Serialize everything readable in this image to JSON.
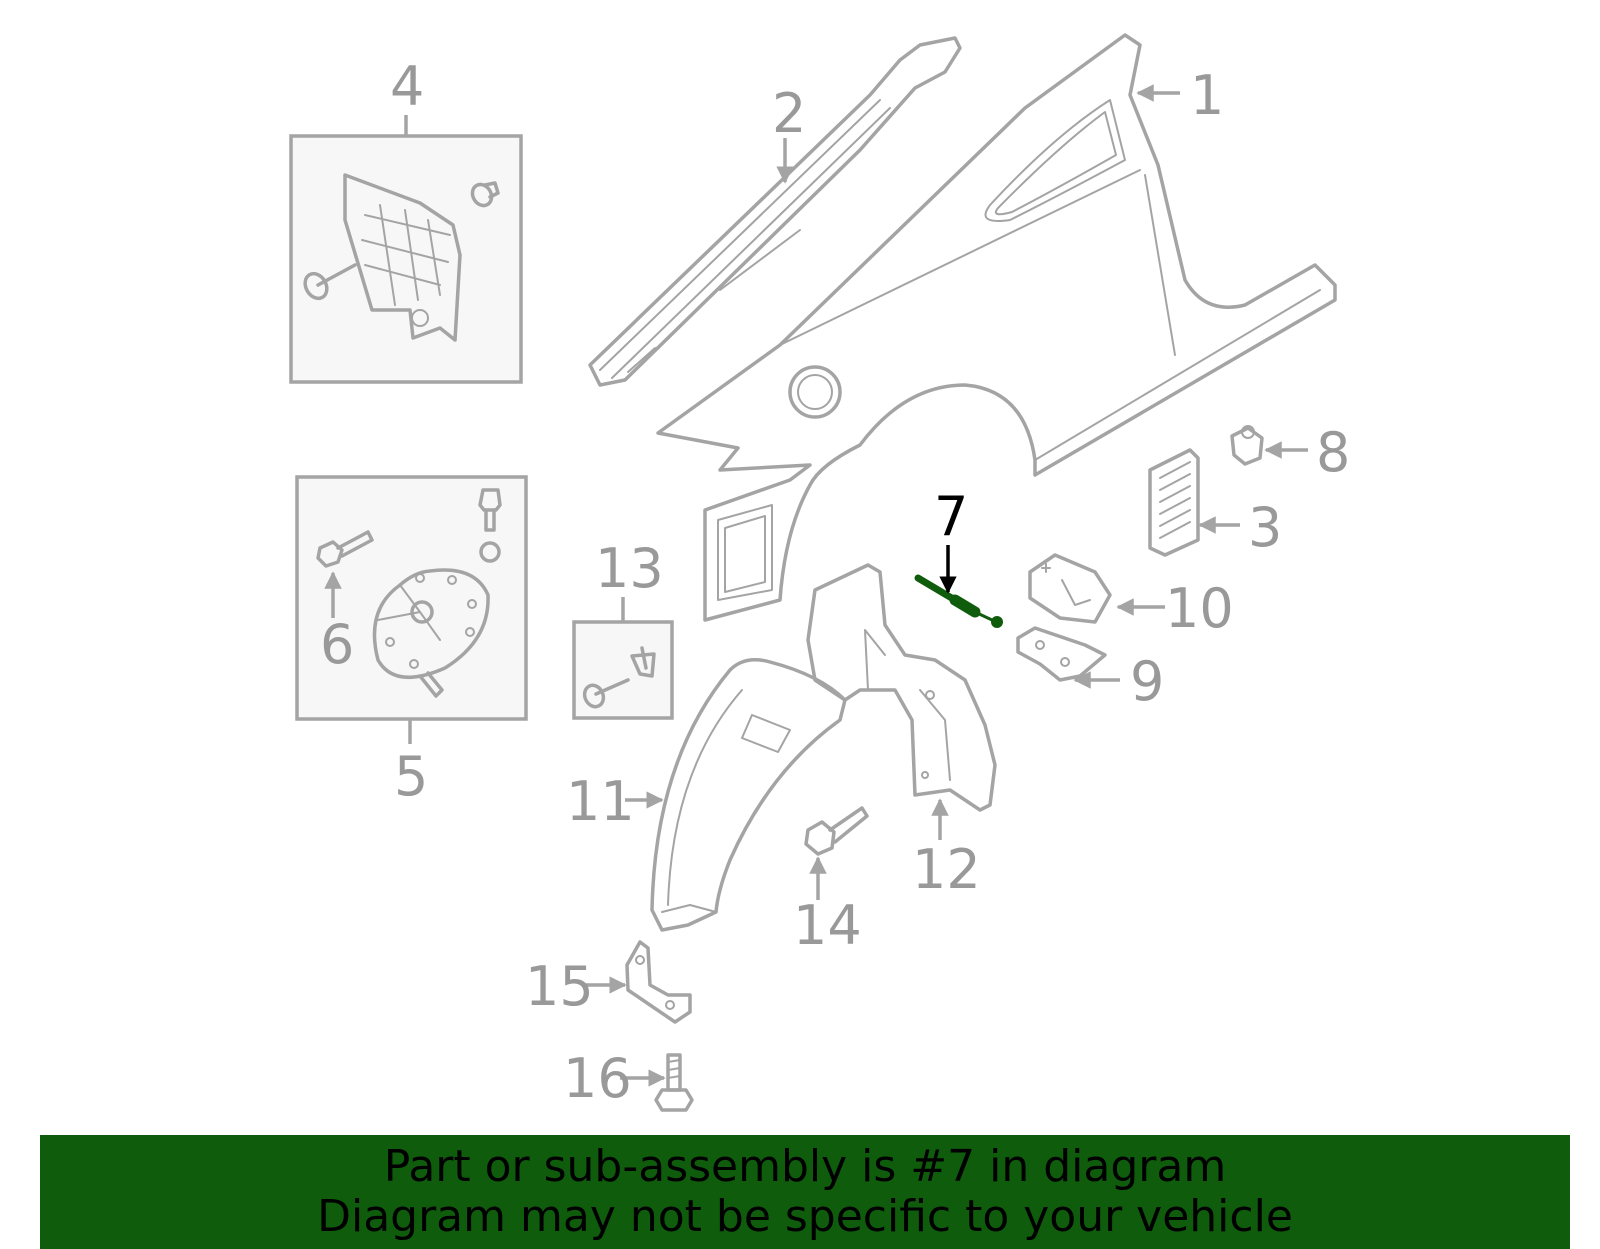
{
  "highlight_color": "#0e5c0c",
  "callouts": {
    "c1": "1",
    "c2": "2",
    "c3": "3",
    "c4": "4",
    "c5": "5",
    "c6": "6",
    "c7": "7",
    "c8": "8",
    "c9": "9",
    "c10": "10",
    "c11": "11",
    "c12": "12",
    "c13": "13",
    "c14": "14",
    "c15": "15",
    "c16": "16"
  },
  "highlighted_part": "7",
  "banner": {
    "line1": "Part or sub-assembly is #7 in diagram",
    "line2": "Diagram may not be specific to your vehicle"
  }
}
